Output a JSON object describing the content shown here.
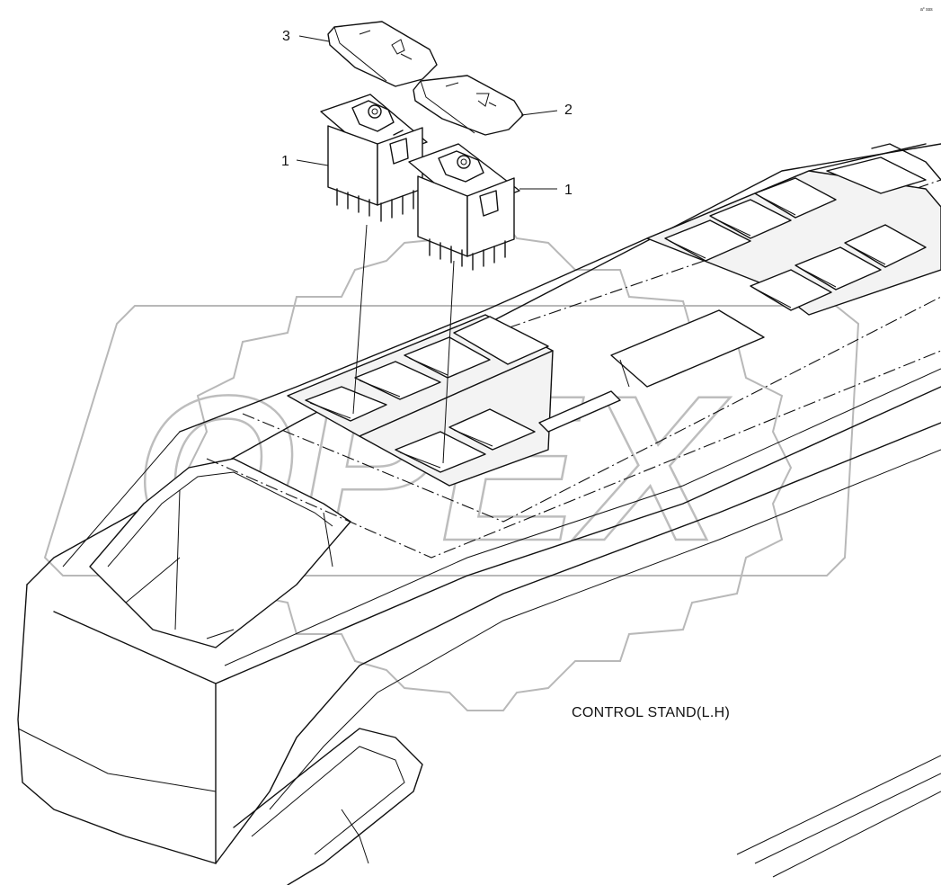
{
  "diagram": {
    "caption": "CONTROL STAND(L.H)",
    "corner_code": "a° sss",
    "watermark": "OPEX",
    "callouts": [
      {
        "id": "callout-3",
        "number": "3"
      },
      {
        "id": "callout-2",
        "number": "2"
      },
      {
        "id": "callout-1a",
        "number": "1"
      },
      {
        "id": "callout-1b",
        "number": "1"
      }
    ]
  }
}
